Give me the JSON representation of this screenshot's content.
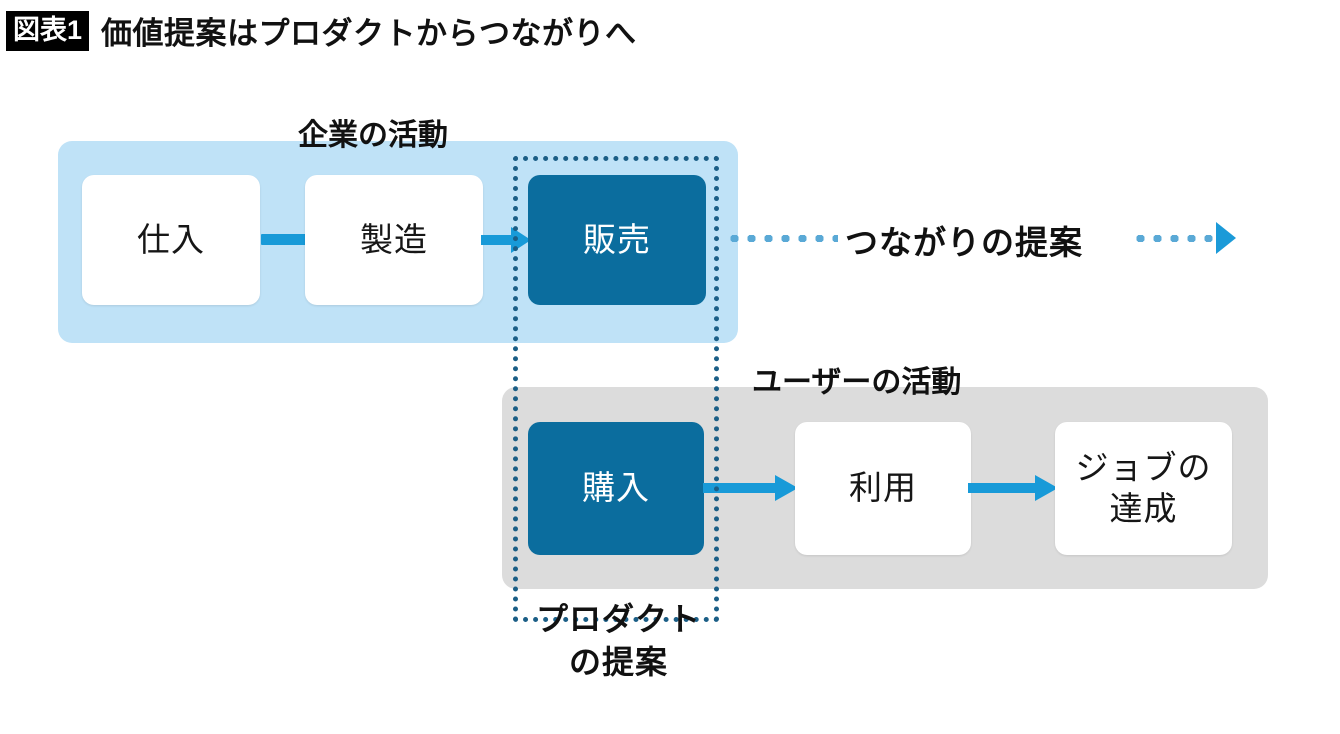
{
  "figure": {
    "badge": "図表1",
    "title": "価値提案はプロダクトからつながりへ"
  },
  "bands": {
    "company": {
      "caption": "企業の活動",
      "color": "#bfe2f7"
    },
    "user": {
      "caption": "ユーザーの活動",
      "color": "#dcdcdc"
    }
  },
  "nodes": {
    "shiire": "仕入",
    "seizo": "製造",
    "hanbai": "販売",
    "kounyu": "購入",
    "riyou": "利用",
    "job_line1": "ジョブの",
    "job_line2": "達成"
  },
  "annotations": {
    "product_proposal_line1": "プロダクト",
    "product_proposal_line2": "の提案",
    "connection_proposal": "つながりの提案"
  },
  "colors": {
    "accent_blue": "#189ad8",
    "deep_blue": "#0b6d9e",
    "light_blue_band": "#bfe2f7",
    "gray_band": "#dcdcdc",
    "dotted_outline": "#1b5e86",
    "badge_bg": "#000000",
    "text": "#111111"
  }
}
